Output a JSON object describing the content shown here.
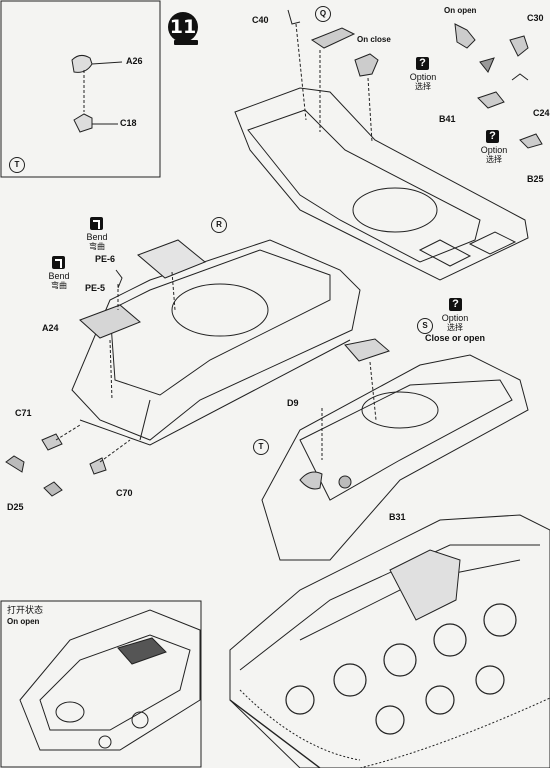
{
  "step": "11",
  "callouts": {
    "T": "T",
    "Q": "Q",
    "R": "R",
    "S": "S",
    "T2": "T"
  },
  "parts": {
    "A26": "A26",
    "C18": "C18",
    "C40": "C40",
    "C30": "C30",
    "C24": "C24",
    "B41": "B41",
    "B25": "B25",
    "PE6": "PE-6",
    "PE5": "PE-5",
    "A24": "A24",
    "C71": "C71",
    "D25": "D25",
    "C70": "C70",
    "D9": "D9",
    "B31": "B31"
  },
  "labels": {
    "on_open_top": "On open",
    "on_close": "On close",
    "option": "Option",
    "option_zh": "选择",
    "bend": "Bend",
    "bend_zh": "弯曲",
    "close_or_open": "Close or open",
    "inset_title_zh": "打开状态",
    "inset_title_en": "On open"
  }
}
